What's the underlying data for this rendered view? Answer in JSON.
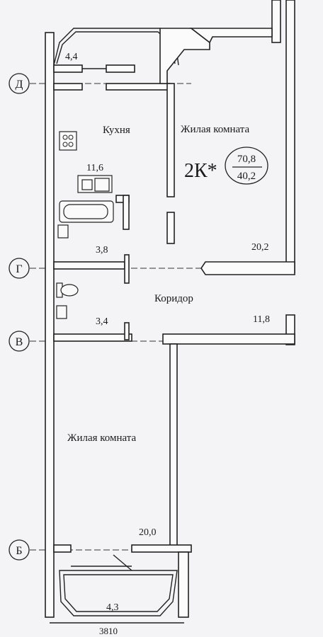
{
  "apartment": {
    "type_label": "2К*",
    "total_area": "70,8",
    "living_area": "40,2"
  },
  "axes": [
    "Д",
    "Г",
    "В",
    "Б"
  ],
  "rooms": {
    "balcony_top": {
      "area": "4,4"
    },
    "kitchen": {
      "name": "Кухня",
      "area": "11,6"
    },
    "living_room_1": {
      "name": "Жилая комната",
      "area": "20,2"
    },
    "bathroom": {
      "area": "3,8"
    },
    "corridor": {
      "name": "Коридор",
      "area": "11,8"
    },
    "toilet": {
      "area": "3,4"
    },
    "living_room_2": {
      "name": "Жилая комната",
      "area": "20,0"
    },
    "balcony_bottom": {
      "area": "4,3"
    }
  },
  "dimension": "3810",
  "colors": {
    "line": "#222222",
    "paper": "#f4f4f6",
    "wall_fill": "#fbfbfb"
  }
}
